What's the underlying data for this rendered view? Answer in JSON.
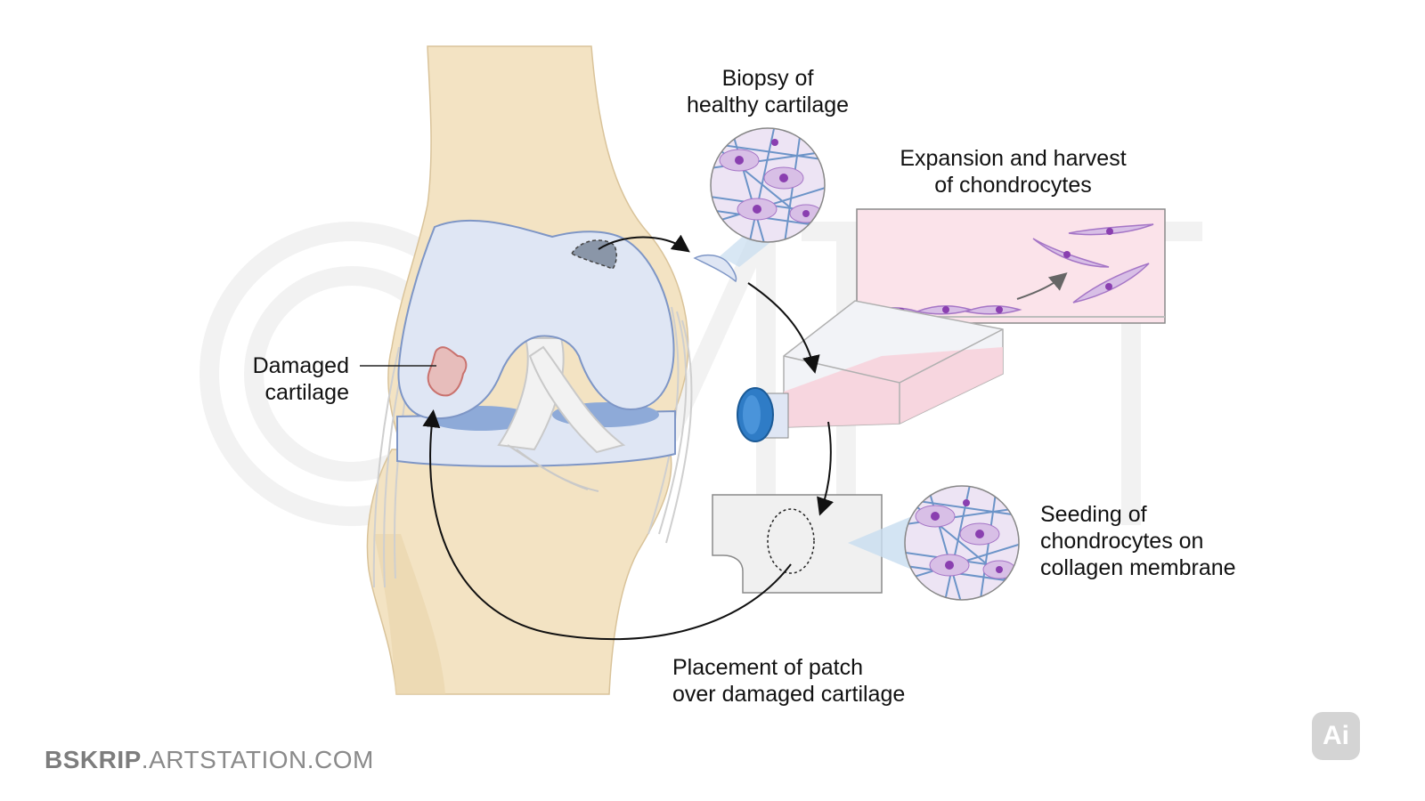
{
  "labels": {
    "biopsy": [
      "Biopsy of",
      "healthy cartilage"
    ],
    "expansion": [
      "Expansion and harvest",
      "of chondrocytes"
    ],
    "damaged": [
      "Damaged",
      "cartilage"
    ],
    "seeding": [
      "Seeding of",
      "chondrocytes on",
      "collagen membrane"
    ],
    "placement": [
      "Placement of patch",
      "over damaged cartilage"
    ]
  },
  "footer": {
    "brand_bold": "BSKRIP",
    "brand_rest": ".ARTSTATION.COM",
    "badge": "Ai"
  },
  "colors": {
    "bone": "#f3e3c3",
    "cartilage": "#dfe6f4",
    "cartilage_stroke": "#7e96c6",
    "meniscus": "#8eaad8",
    "damage": "#c9726e",
    "flask_pink": "#f7d3dc",
    "cap_blue": "#2f7cc6",
    "cell_purple": "#a575c6",
    "watermark": "#f3f3f3"
  }
}
